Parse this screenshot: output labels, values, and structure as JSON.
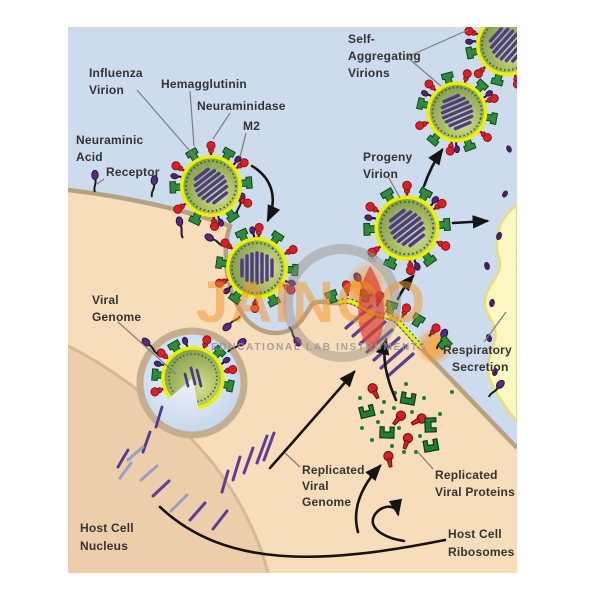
{
  "labels": {
    "influenza_virion": [
      "Influenza",
      "Virion"
    ],
    "hemagglutinin": [
      "Hemagglutinin"
    ],
    "neuraminidase": [
      "Neuraminidase"
    ],
    "m2": [
      "M2"
    ],
    "neuraminic_acid": [
      "Neuraminic",
      "Acid"
    ],
    "receptor": [
      "Receptor"
    ],
    "self_aggregating_virions": [
      "Self-",
      "Aggregating",
      "Virions"
    ],
    "progeny_virion": [
      "Progeny",
      "Virion"
    ],
    "viral_genome": [
      "Viral",
      "Genome"
    ],
    "respiratory_secretion": [
      "Respiratory",
      "Secretion"
    ],
    "replicated_viral_genome": [
      "Replicated",
      "Viral",
      "Genome"
    ],
    "replicated_viral_proteins": [
      "Replicated",
      "Viral Proteins"
    ],
    "host_cell_nucleus": [
      "Host Cell",
      "Nucleus"
    ],
    "host_cell_ribosomes": [
      "Host Cell",
      "Ribosomes"
    ]
  },
  "watermark": {
    "brand": "JAINCO",
    "registered_mark": "®",
    "tagline": "EDUCATIONAL LAB INSTRUMENTS"
  },
  "colors": {
    "background_blue": "#cddcec",
    "cell_tan": "#f8ddba",
    "nucleus_tan": "#ecceaa",
    "membrane": "#b7a183",
    "virion_ring_yellow": "#e9f103",
    "virion_core_dark": "#7b9b51",
    "virion_core_light": "#d2dd85",
    "genome_purple": "#4c3b8e",
    "hemagglutinin_green": "#2f8c3c",
    "neuraminidase_red": "#d82127",
    "m2_purple": "#53246e",
    "secretion_yellow": "#fcf6c3",
    "watermark_orange": "#f2952c"
  }
}
